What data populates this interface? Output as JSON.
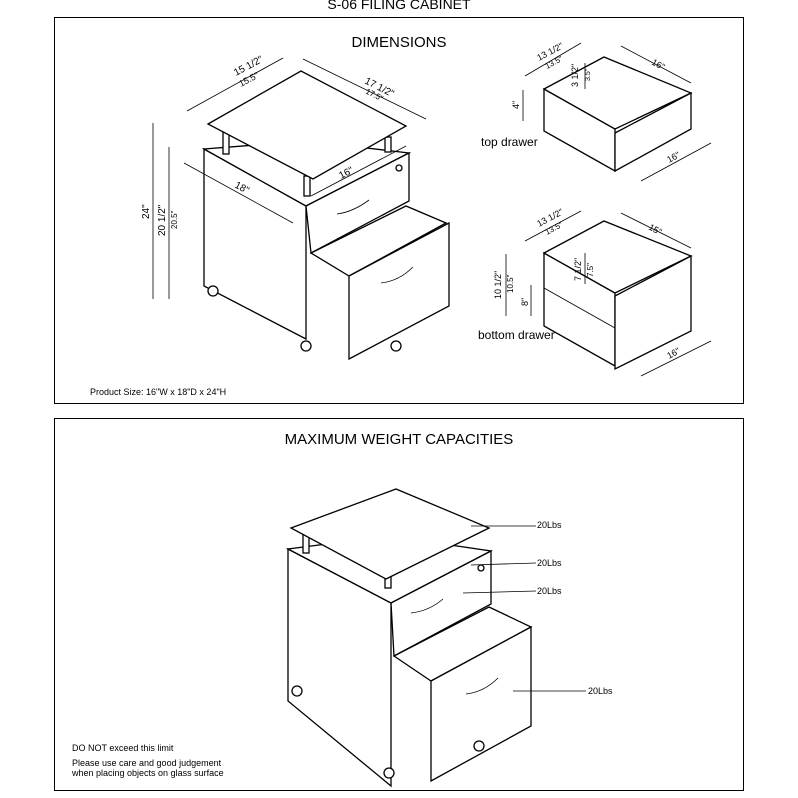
{
  "title": "S-06 FILING CABINET",
  "dimensions": {
    "heading": "DIMENSIONS",
    "top_width": "15 1/2\"",
    "top_width_dec": "15.5\"",
    "top_depth": "17 1/2\"",
    "top_depth_dec": "17.5\"",
    "body_width": "16\"",
    "body_depth": "18\"",
    "height": "24\"",
    "body_height": "20 1/2\"",
    "body_height_dec": "20.5\"",
    "product_size": "Product Size: 16\"W x 18\"D x 24\"H",
    "top_drawer": {
      "label": "top drawer",
      "width": "13 1/2\"",
      "width_dec": "13.5\"",
      "depth": "16\"",
      "front": "16\"",
      "inner_h": "3 1/2\"",
      "inner_h_dec": "3.5\"",
      "height": "4\""
    },
    "bottom_drawer": {
      "label": "bottom drawer",
      "width": "13 1/2\"",
      "width_dec": "13.5\"",
      "depth": "15\"",
      "front": "16\"",
      "height": "10 1/2\"",
      "height_dec": "10.5\"",
      "inner_h": "7 1/2\"",
      "inner_h_dec": "7.5\"",
      "lower_h": "8\""
    }
  },
  "weights": {
    "heading": "MAXIMUM WEIGHT CAPACITIES",
    "glass_top": "20Lbs",
    "shelf": "20Lbs",
    "top_drawer": "20Lbs",
    "bottom_drawer": "20Lbs",
    "warning": "DO NOT exceed this limit",
    "care_1": "Please use care and good judgement",
    "care_2": "when placing objects on glass surface"
  }
}
